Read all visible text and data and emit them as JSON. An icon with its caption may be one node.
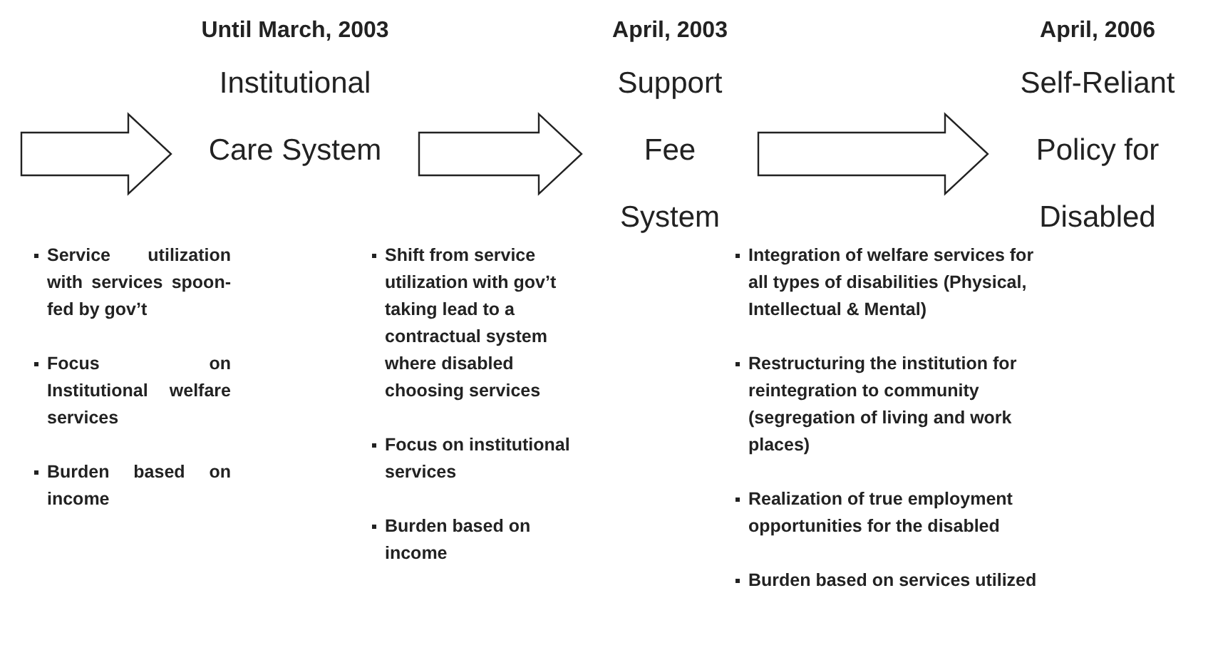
{
  "diagram": {
    "nodes": [
      {
        "text": [
          "Until March, 2003",
          "Institutional Care System"
        ],
        "beside": [
          "Service utilization with services spoon-fed by gov’t",
          "Focus on Institutional welfare services",
          "Burden based on income"
        ]
      },
      {
        "text": [
          "April, 2003",
          "Support Fee System"
        ],
        "beside": [
          "Shift from service utilization with gov’t taking lead to a contractual system where disabled choosing services",
          "Focus on institutional services",
          "Burden based on income"
        ]
      },
      {
        "text": [
          "April, 2006",
          "Self-Reliant Policy for Disabled"
        ],
        "beside": [
          "Integration of welfare services for all types of disabilities (Physical, Intellectual & Mental)",
          "Restructuring the institution for reintegration to community (segregation of living and work places)",
          "Realization of true employment opportunities for the disabled",
          "Burden based on services utilized"
        ]
      }
    ],
    "edges": [
      {
        "from": null,
        "to": 0,
        "arrow": "to"
      },
      {
        "from": 0,
        "to": 1,
        "arrow": "to"
      },
      {
        "from": 1,
        "to": 2,
        "arrow": "to"
      }
    ]
  }
}
